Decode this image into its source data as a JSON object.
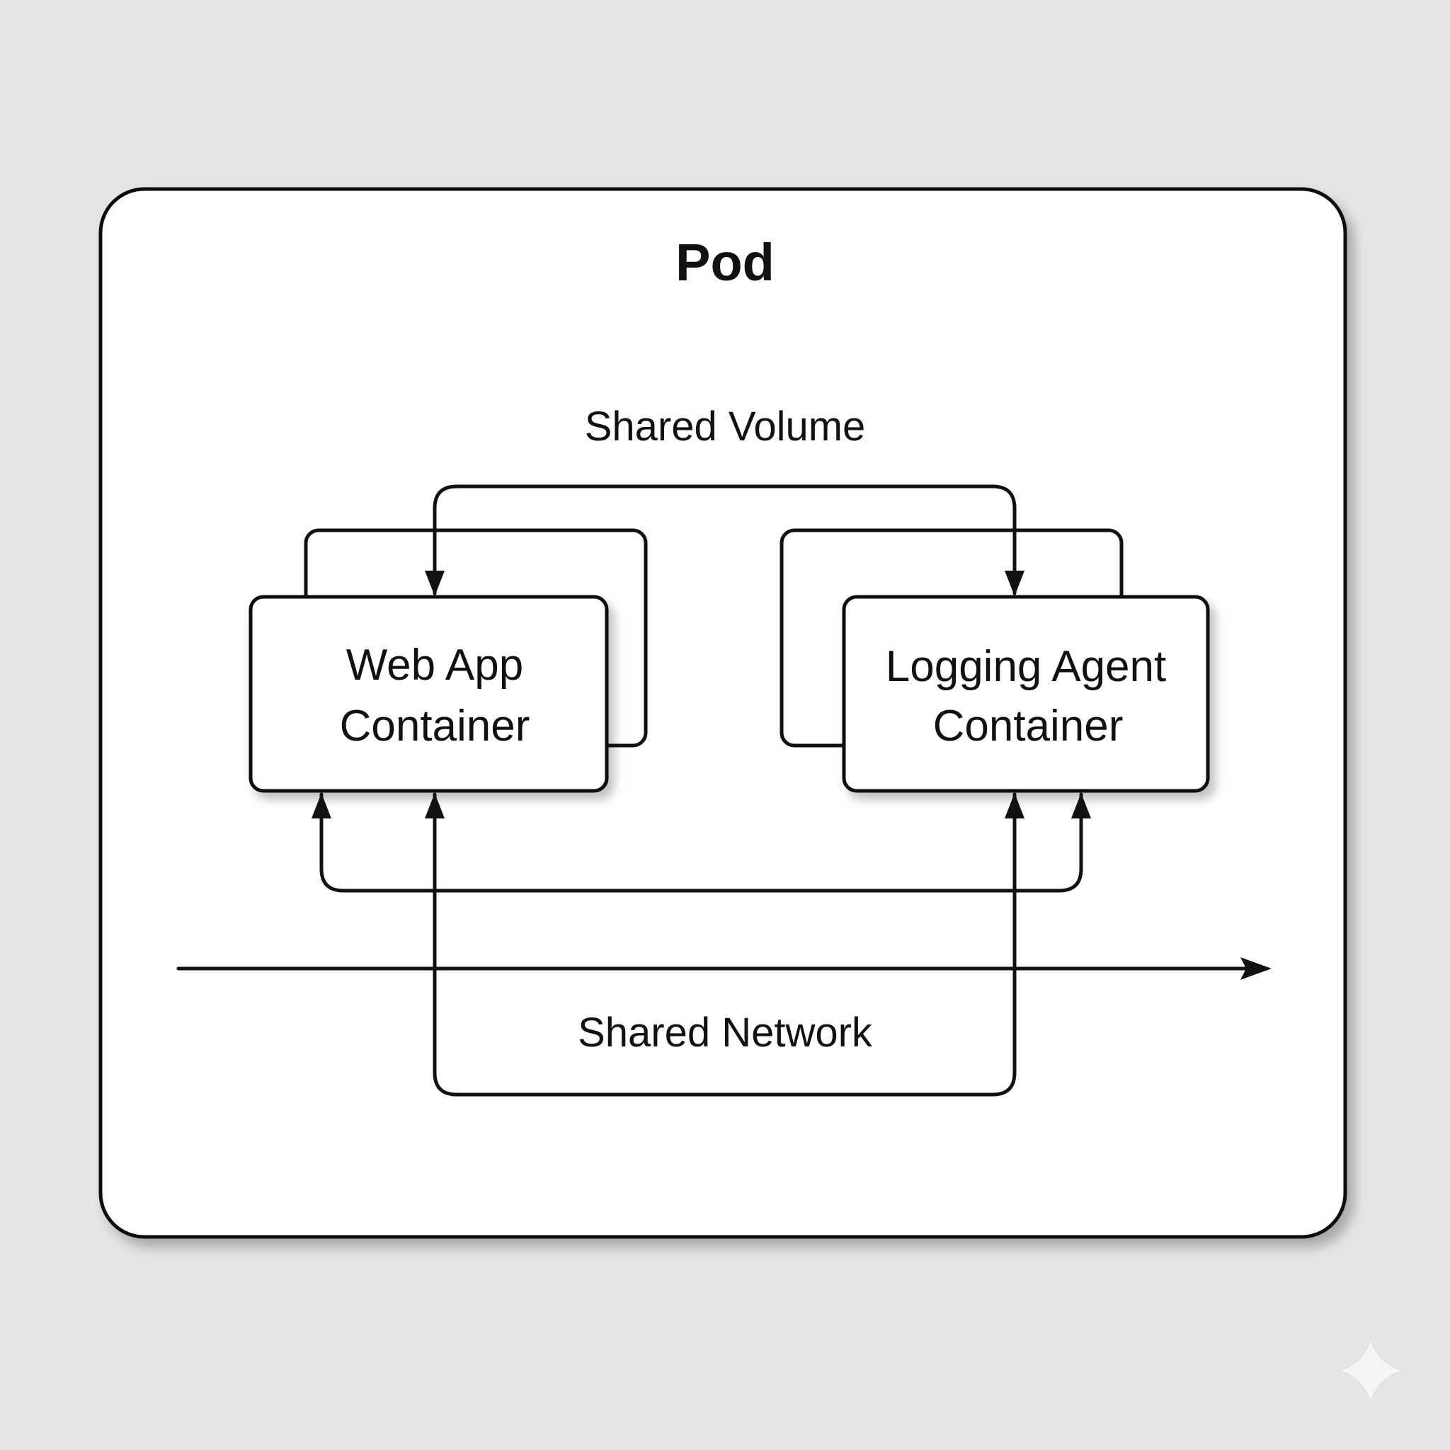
{
  "pod": {
    "title": "Pod"
  },
  "shared_volume": {
    "label": "Shared Volume"
  },
  "shared_network": {
    "label": "Shared Network"
  },
  "web_app": {
    "line1": "Web App",
    "line2": "Container"
  },
  "logging_agent": {
    "line1": "Logging Agent",
    "line2": "Container"
  },
  "colors": {
    "background": "#e6e6e6",
    "pod_fill": "#ffffff",
    "stroke": "#111111"
  },
  "icons": {
    "corner_mark": "sparkle-icon"
  }
}
